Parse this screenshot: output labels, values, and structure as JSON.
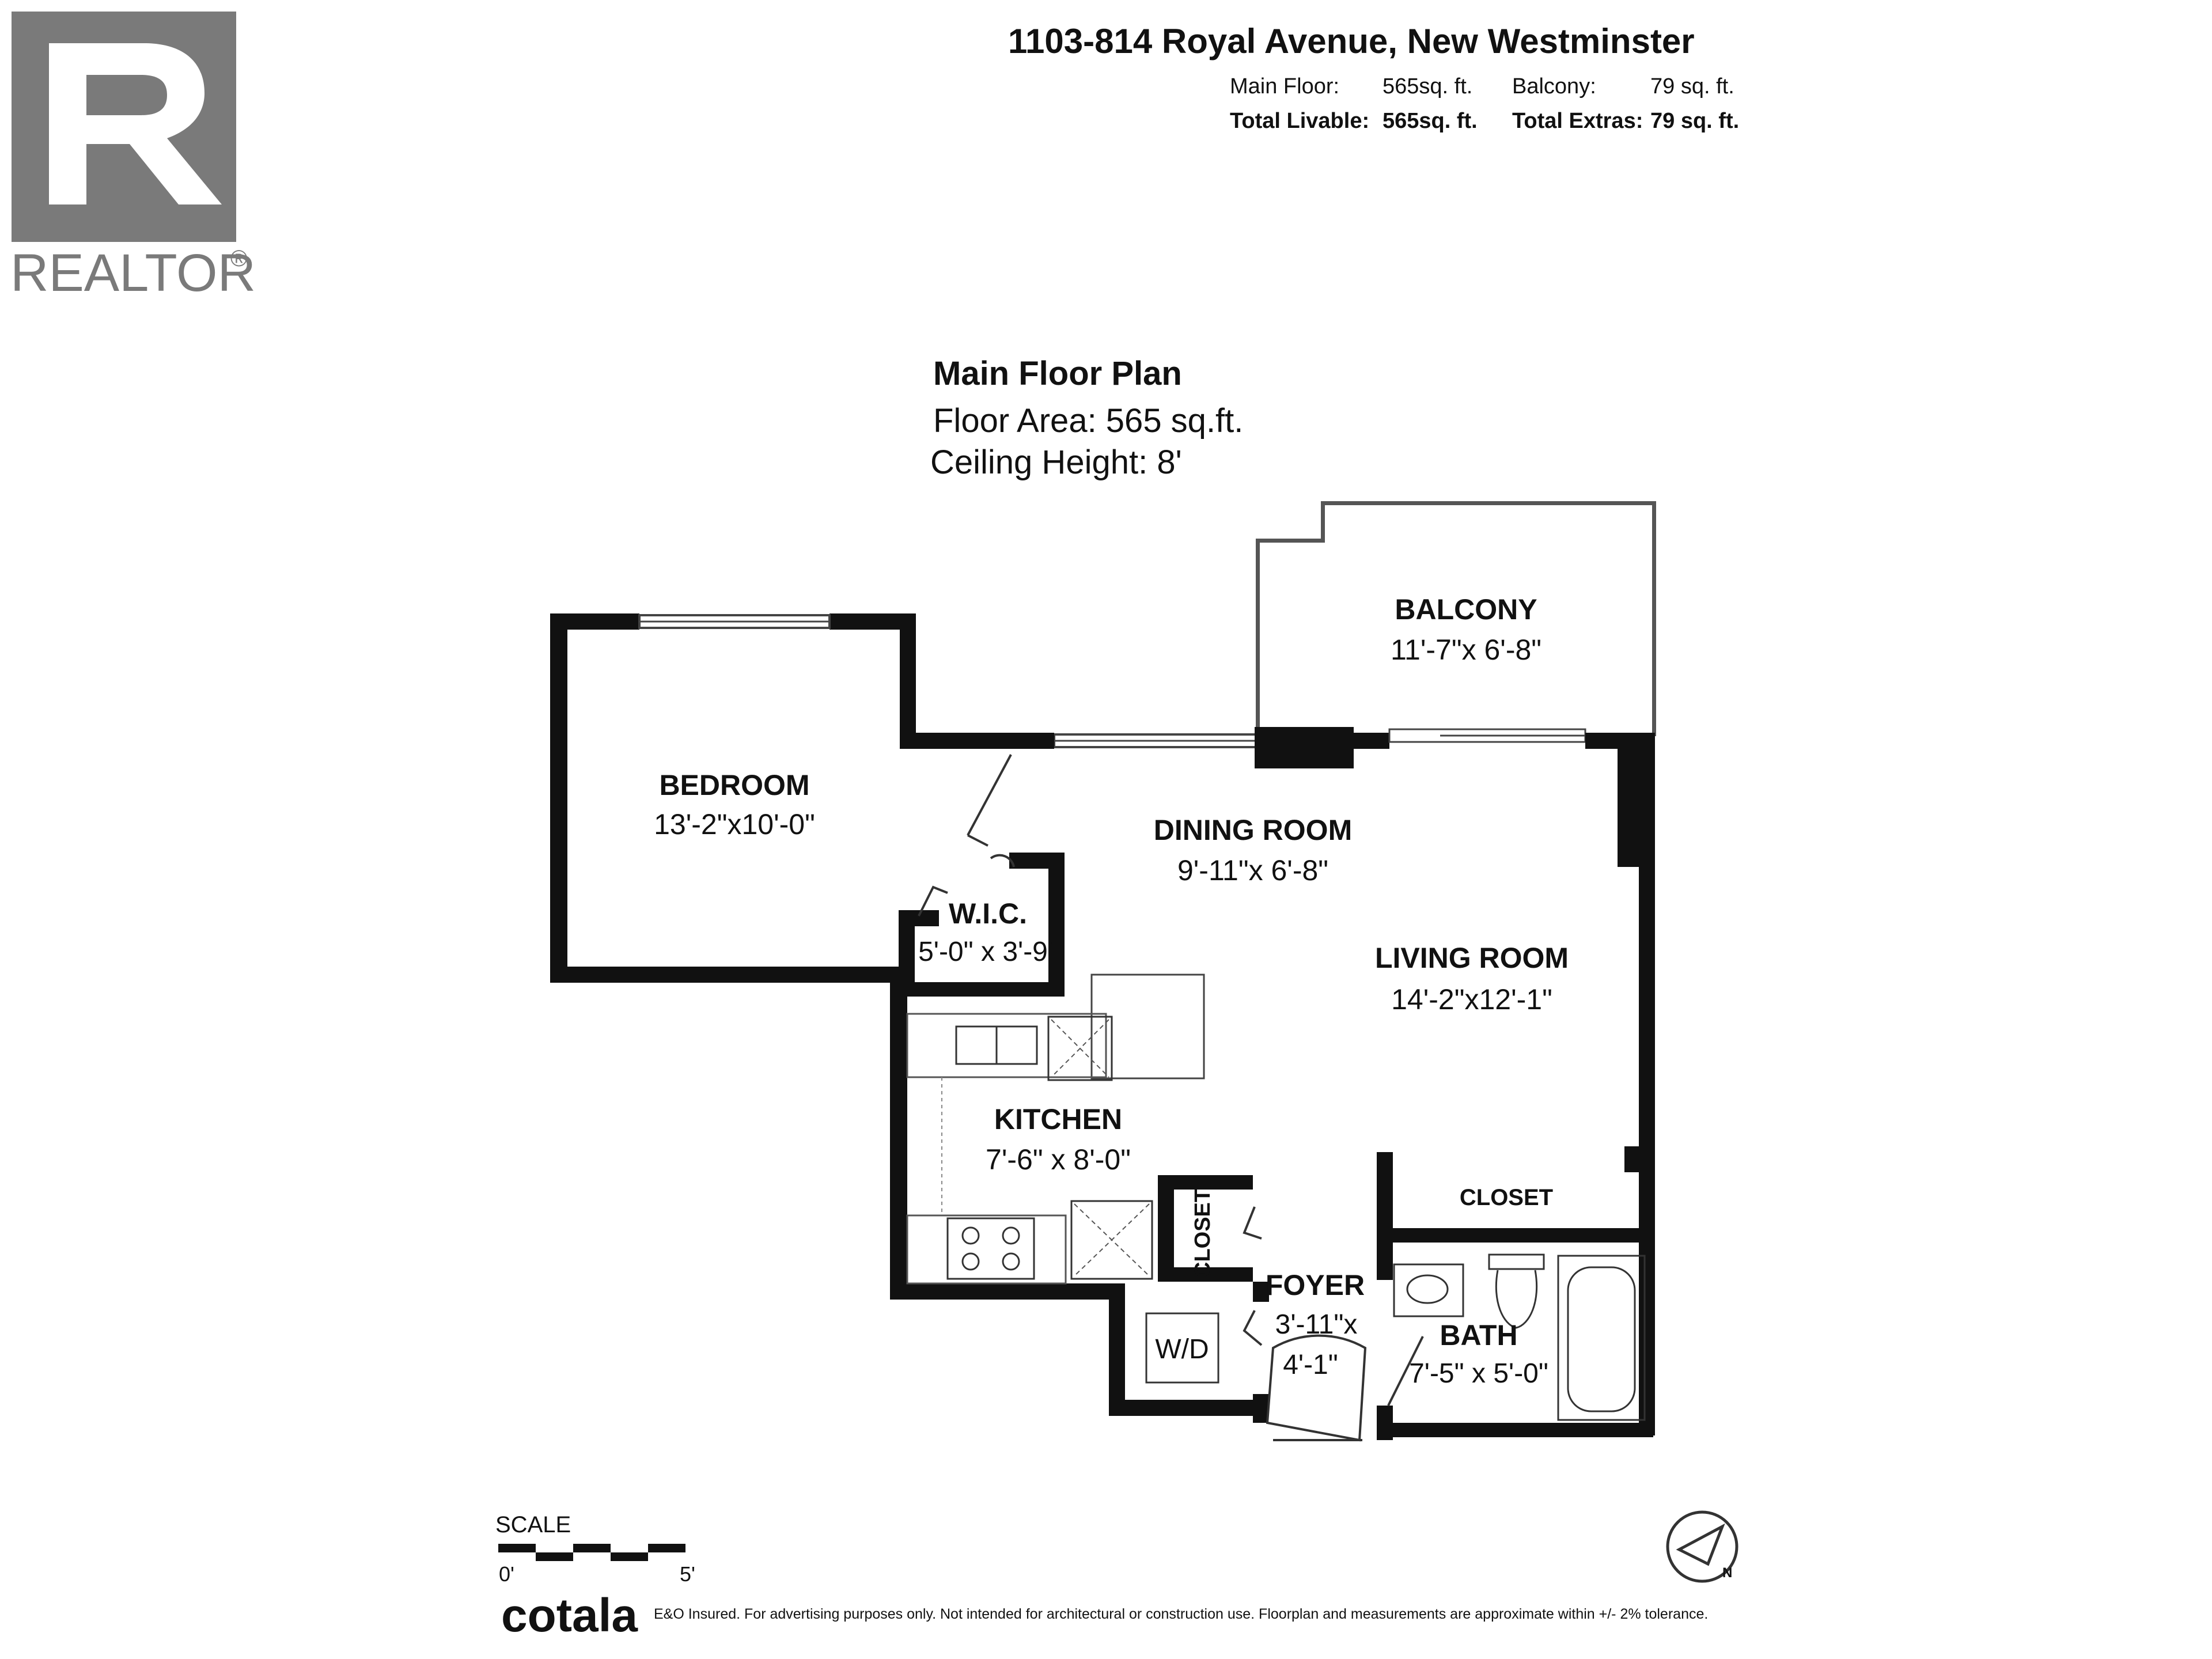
{
  "brand": {
    "realtor": "REALTOR",
    "realtor_mark": "®",
    "cotala": "cotala",
    "disclaimer": "E&O Insured. For advertising purposes only. Not intended for architectural or construction use. Floorplan and measurements are approximate within +/- 2% tolerance."
  },
  "header": {
    "address": "1103-814 Royal Avenue, New Westminster",
    "main_floor_label": "Main Floor:",
    "main_floor_value": "565sq. ft.",
    "balcony_label": "Balcony:",
    "balcony_value": "79 sq. ft.",
    "total_livable_label": "Total Livable:",
    "total_livable_value": "565sq. ft.",
    "total_extras_label": "Total Extras:",
    "total_extras_value": "79 sq. ft."
  },
  "plan_info": {
    "title": "Main Floor Plan",
    "floor_area": "Floor Area: 565 sq.ft.",
    "ceiling_height": "Ceiling Height: 8'"
  },
  "rooms": {
    "balcony": {
      "name": "BALCONY",
      "dims": "11'-7\"x 6'-8\""
    },
    "bedroom": {
      "name": "BEDROOM",
      "dims": "13'-2\"x10'-0\""
    },
    "dining": {
      "name": "DINING ROOM",
      "dims": "9'-11\"x 6'-8\""
    },
    "wic": {
      "name": "W.I.C.",
      "dims": "5'-0\" x 3'-9\""
    },
    "living": {
      "name": "LIVING ROOM",
      "dims": "14'-2\"x12'-1\""
    },
    "kitchen": {
      "name": "KITCHEN",
      "dims": "7'-6\" x 8'-0\""
    },
    "closet_living": {
      "name": "CLOSET"
    },
    "closet_foyer": {
      "name": "CLOSET"
    },
    "foyer": {
      "name": "FOYER",
      "dims_line1": "3'-11\"x",
      "dims_line2": "4'-1\""
    },
    "bath": {
      "name": "BATH",
      "dims": "7'-5\" x 5'-0\""
    },
    "washer_dryer": "W/D"
  },
  "scale": {
    "label": "SCALE",
    "start": "0'",
    "end": "5'"
  },
  "compass": {
    "north": "N"
  },
  "colors": {
    "wall": "#111111",
    "logo_gray": "#7a7a7a",
    "fixture": "#333333"
  }
}
